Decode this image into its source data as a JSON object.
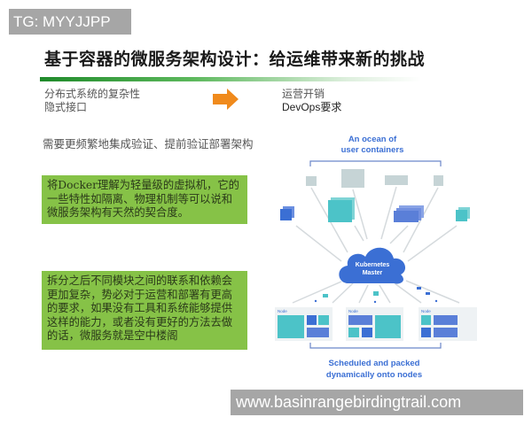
{
  "watermarks": {
    "top_left": "TG: MYYJJPP",
    "bottom_right": "www.basinrangebirdingtrail.com"
  },
  "slide": {
    "title": "基于容器的微服务架构设计：给运维带来新的挑战",
    "left_lines": [
      "分布式系统的复杂性",
      "隐式接口"
    ],
    "right_lines": [
      "运营开销",
      "DevOps要求"
    ],
    "need_line": "需要更频繁地集成验证、提前验证部署架构",
    "box1": "将Docker理解为轻量级的虚拟机，它的一些特性如隔离、物理机制等可以说和微服务架构有天然的契合度。",
    "box2": "拆分之后不同模块之间的联系和依赖会更加复杂，势必对于运营和部署有更高的要求，如果没有工具和系统能够提供这样的能力，或者没有更好的方法去做的话，微服务就是空中楼阁",
    "colors": {
      "accent_green": "#86c247",
      "arrow_orange": "#f08a1c",
      "diagram_blue": "#3b6fd4",
      "diagram_teal": "#4cc3c8"
    }
  },
  "diagram": {
    "top_label": [
      "An ocean of",
      "user containers"
    ],
    "master_label": [
      "Kubernetes",
      "Master"
    ],
    "node_label": "Node",
    "bottom_label": [
      "Scheduled and packed",
      "dynamically onto nodes"
    ]
  }
}
